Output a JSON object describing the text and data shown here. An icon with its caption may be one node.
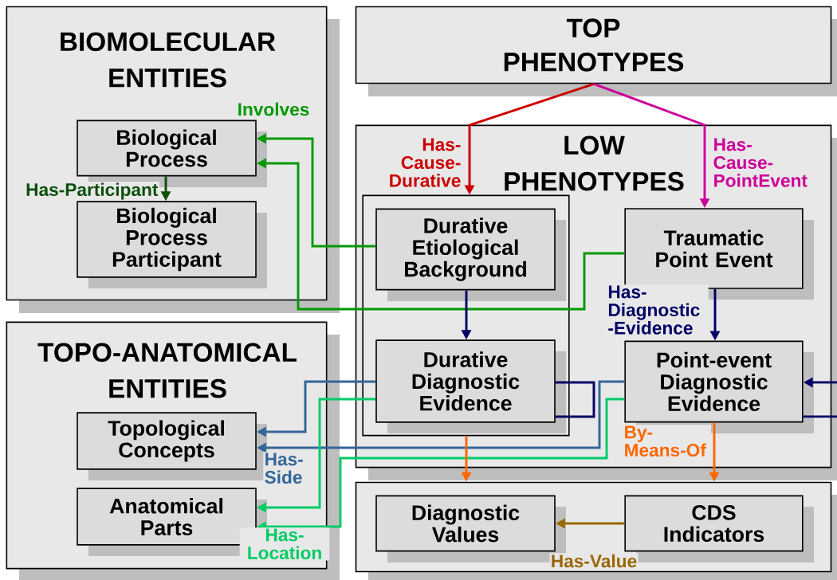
{
  "diagram": {
    "nodes": [
      {
        "text": [
          "BIOMOLECULAR ENTITIES"
        ]
      },
      {
        "text": [
          "Biological Process"
        ],
        "in": 0
      },
      {
        "text": [
          "Biological Process Participant"
        ],
        "in": 0
      },
      {
        "text": [
          "TOPO-ANATOMICAL ENTITIES"
        ]
      },
      {
        "text": [
          "Topological Concepts"
        ],
        "in": 3
      },
      {
        "text": [
          "Anatomical Parts"
        ],
        "in": 3
      },
      {
        "text": [
          "TOP PHENOTYPES"
        ]
      },
      {
        "text": [
          "LOW PHENOTYPES"
        ]
      },
      {
        "text": [],
        "shape": "box",
        "in": 7
      },
      {
        "text": [
          "Durative Etiological Background"
        ],
        "in": 8
      },
      {
        "text": [
          "Durative Diagnostic Evidence"
        ],
        "in": 8
      },
      {
        "text": [
          "Traumatic Point Event"
        ],
        "in": 7
      },
      {
        "text": [
          "Point-event Diagnostic Evidence"
        ],
        "in": 7
      },
      {
        "text": [],
        "shape": "box"
      },
      {
        "text": [
          "Diagnostic Values"
        ],
        "in": 13
      },
      {
        "text": [
          "CDS Indicators"
        ],
        "in": 13
      }
    ],
    "edges": [
      {
        "from": 6,
        "to": 8,
        "arrow": "to",
        "label": "Has- Cause- Durative",
        "color": "#cc0000"
      },
      {
        "from": 6,
        "to": 11,
        "arrow": "to",
        "label": "Has- Cause- PointEvent",
        "color": "#cc0099"
      },
      {
        "from": 1,
        "to": 2,
        "arrow": "to",
        "label": "Has-Participant",
        "color": "#0b4f0b"
      },
      {
        "from": 9,
        "to": 1,
        "arrow": "to",
        "label": "Involves",
        "color": "#009900"
      },
      {
        "from": 11,
        "to": 1,
        "arrow": "to",
        "color": "#009900"
      },
      {
        "from": 9,
        "to": 10,
        "arrow": "to",
        "color": "#000066"
      },
      {
        "from": 11,
        "to": 12,
        "arrow": "to",
        "label": "Has- Diagnostic -Evidence",
        "color": "#000066"
      },
      {
        "from": 10,
        "to": 4,
        "arrow": "to",
        "color": "#336699"
      },
      {
        "from": 12,
        "to": 4,
        "arrow": "to",
        "label": "Has- Side",
        "color": "#336699"
      },
      {
        "from": 10,
        "to": 5,
        "arrow": "to",
        "color": "#00cc66"
      },
      {
        "from": 12,
        "to": 5,
        "arrow": "to",
        "label": "Has- Location",
        "color": "#00cc66"
      },
      {
        "from": 8,
        "to": 13,
        "arrow": "to",
        "color": "#ff6600"
      },
      {
        "from": 12,
        "to": 13,
        "arrow": "to",
        "label": "By- Means-Of",
        "color": "#ff6600"
      },
      {
        "from": 15,
        "to": 14,
        "arrow": "to",
        "label": "Has-Value",
        "color": "#996600"
      },
      {
        "from": 10,
        "to": 10,
        "arrow": "none",
        "color": "#000066"
      },
      {
        "from": null,
        "to": 12,
        "arrow": "to",
        "color": "#000066"
      },
      {
        "from": 12,
        "to": null,
        "arrow": "none",
        "color": "#000066"
      }
    ]
  }
}
